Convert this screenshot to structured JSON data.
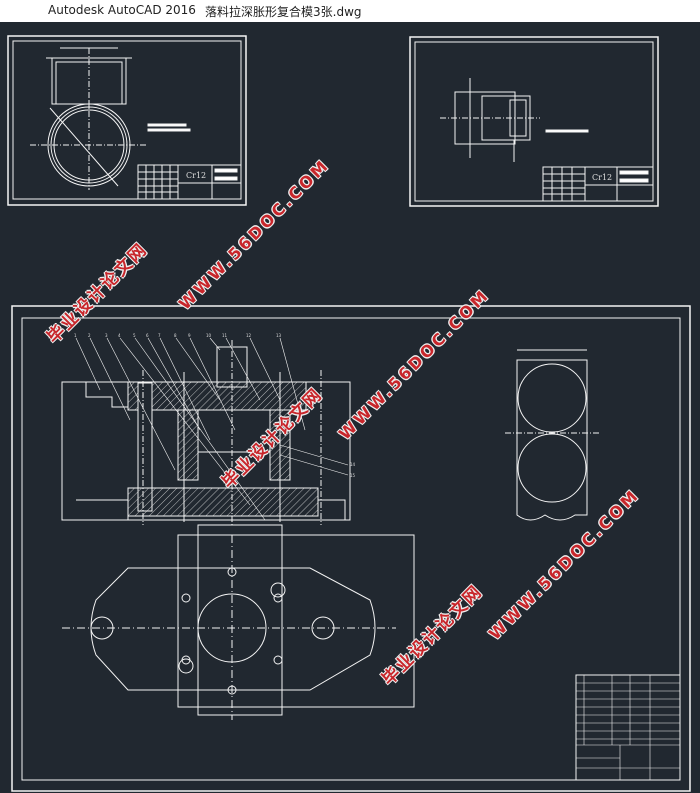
{
  "window": {
    "app_title": "Autodesk AutoCAD 2016",
    "file_title": "落料拉深胀形复合模3张.dwg"
  },
  "drawing": {
    "material_label_1": "Cr12",
    "material_label_2": "Cr12",
    "part_numbers": [
      "1",
      "2",
      "3",
      "4",
      "5",
      "6",
      "7",
      "8",
      "9",
      "10",
      "11",
      "12",
      "13",
      "14",
      "15"
    ]
  },
  "watermark": {
    "cn": "毕业设计论文网",
    "url": "WWW.56DOC.COM"
  },
  "colors": {
    "background": "#212830",
    "lines": "#ffffff",
    "watermark": "#c8262b"
  }
}
